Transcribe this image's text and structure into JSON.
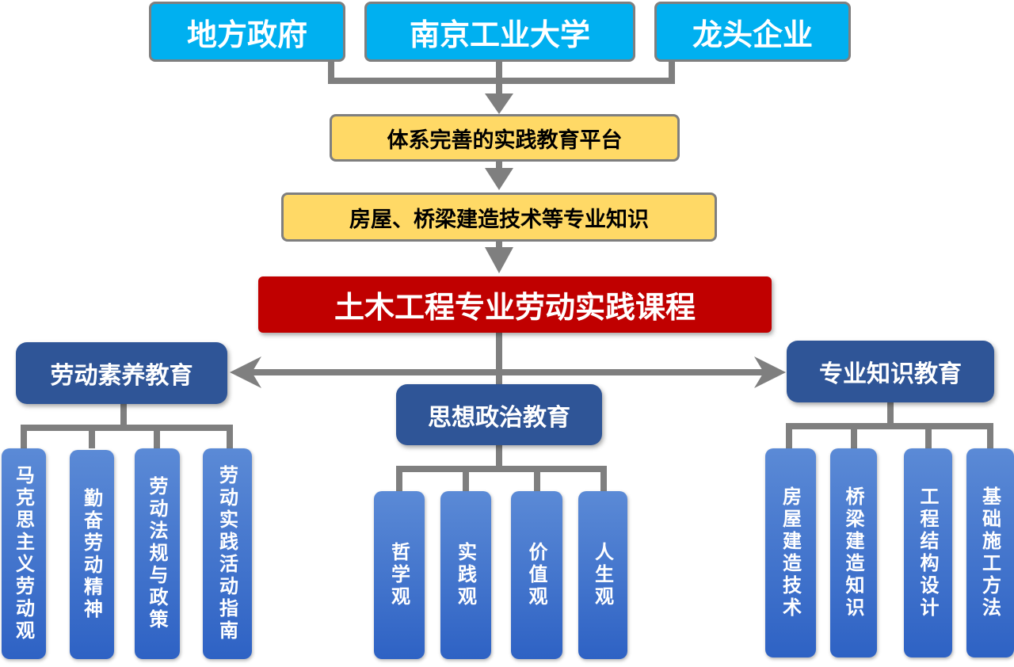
{
  "top": [
    "地方政府",
    "南京工业大学",
    "龙头企业"
  ],
  "platform": "体系完善的实践教育平台",
  "knowledge": "房屋、桥梁建造技术等专业知识",
  "course": "土木工程专业劳动实践课程",
  "branches": {
    "left": {
      "title": "劳动素养教育",
      "items": [
        "马克思主义劳动观",
        "勤奋劳动精神",
        "劳动法规与政策",
        "劳动实践活动指南"
      ]
    },
    "middle": {
      "title": "思想政治教育",
      "items": [
        "哲学观",
        "实践观",
        "价值观",
        "人生观"
      ]
    },
    "right": {
      "title": "专业知识教育",
      "items": [
        "房屋建造技术",
        "桥梁建造知识",
        "工程结构设计",
        "基础施工方法"
      ]
    }
  },
  "colors": {
    "top": "#00b0f0",
    "yellow": "#ffd966",
    "red": "#c00000",
    "navy": "#2f5597",
    "connector": "#7f7f7f"
  }
}
